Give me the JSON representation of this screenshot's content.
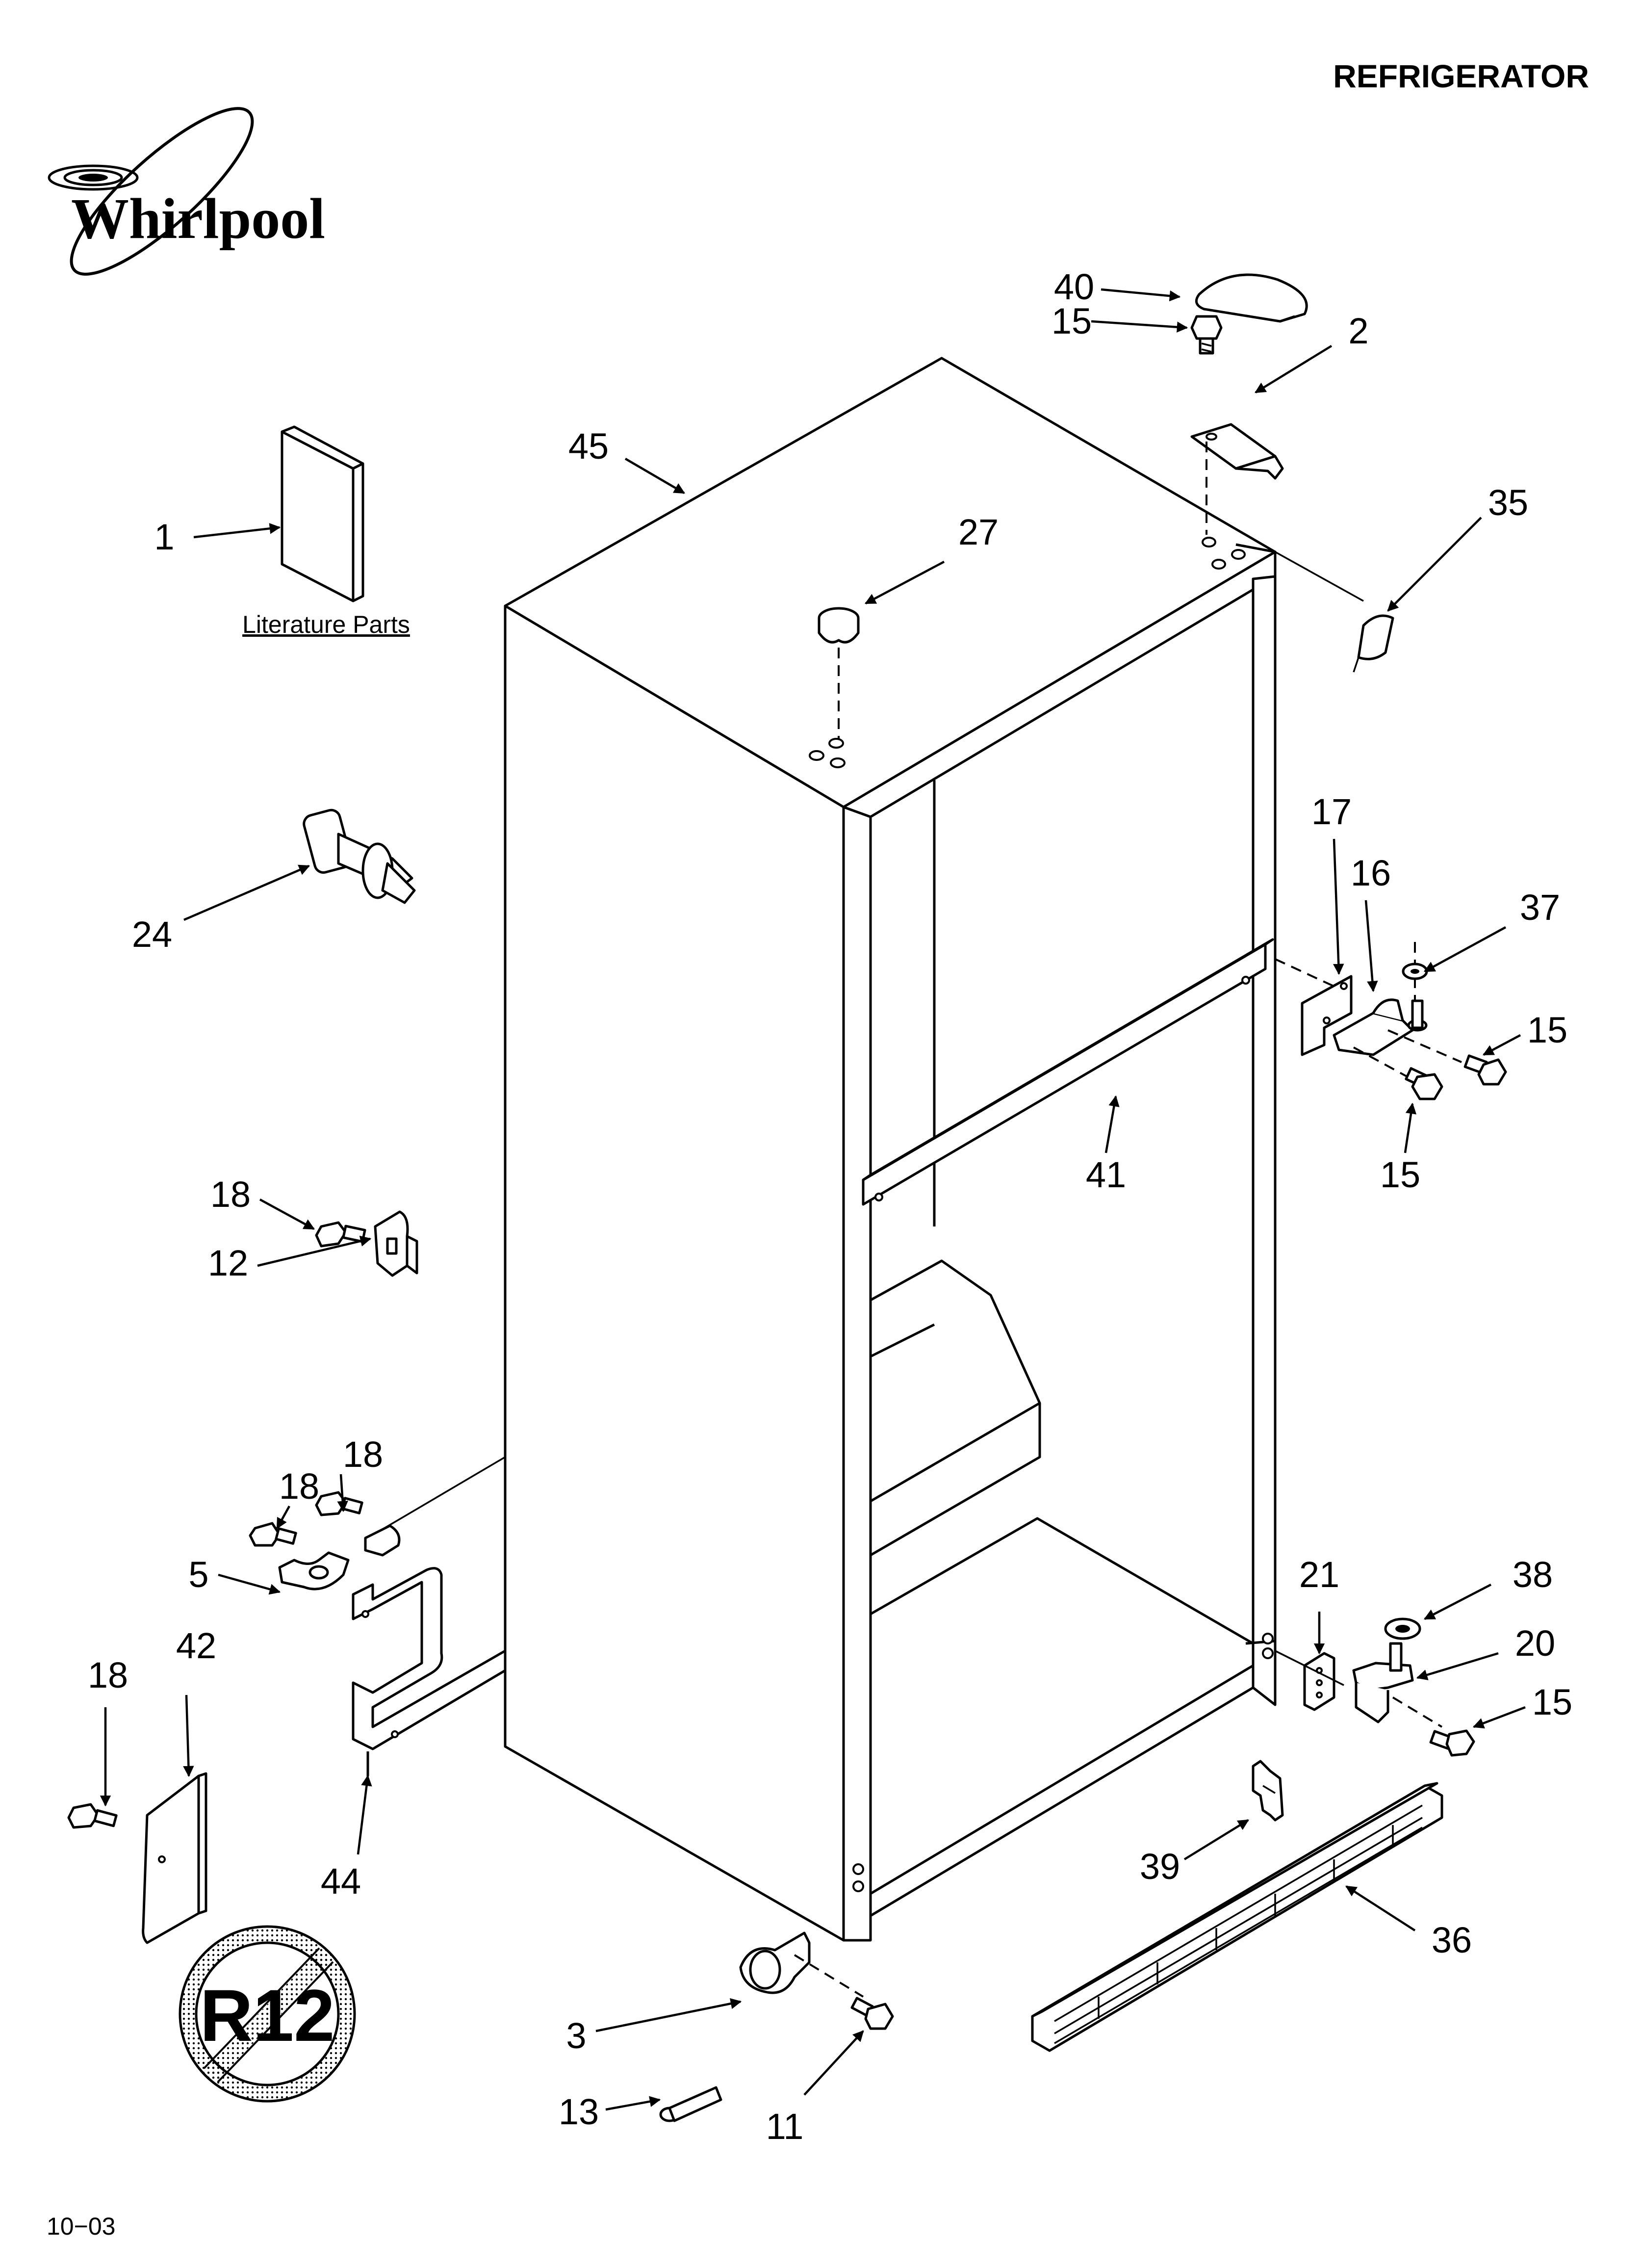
{
  "header": {
    "title": "REFRIGERATOR",
    "brand": "Whirlpool"
  },
  "literature": {
    "label": "Literature Parts"
  },
  "badge": {
    "text": "R12"
  },
  "footer": {
    "code": "10−03"
  },
  "callouts": {
    "c1": "1",
    "c2": "2",
    "c3": "3",
    "c5": "5",
    "c11": "11",
    "c12": "12",
    "c13": "13",
    "c15_top": "15",
    "c15_hinge_right": "15",
    "c15_hinge_below": "15",
    "c15_bottom": "15",
    "c16": "16",
    "c17": "17",
    "c18_left": "18",
    "c18_handle_a": "18",
    "c18_handle_b": "18",
    "c18_cover": "18",
    "c20": "20",
    "c21": "21",
    "c24": "24",
    "c27": "27",
    "c35": "35",
    "c36": "36",
    "c37": "37",
    "c38": "38",
    "c39": "39",
    "c40": "40",
    "c41": "41",
    "c42": "42",
    "c44": "44",
    "c45": "45"
  }
}
